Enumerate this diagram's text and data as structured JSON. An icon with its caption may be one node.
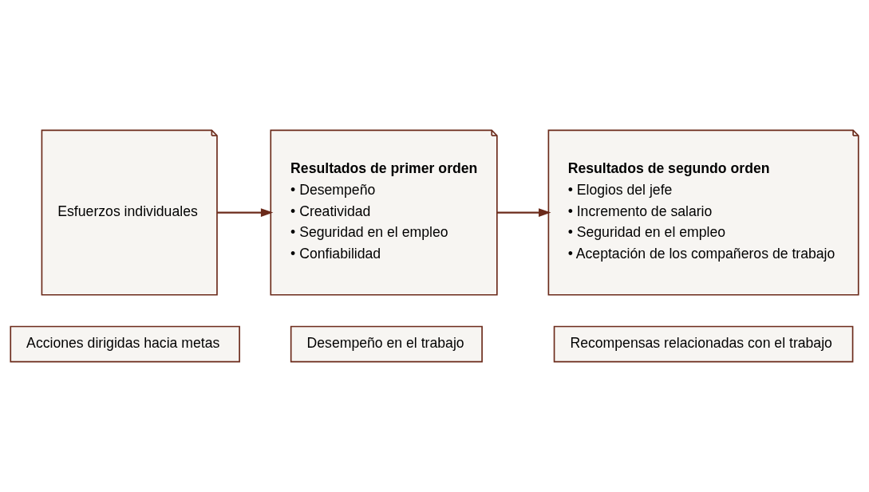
{
  "diagram": {
    "nodes": [
      {
        "text": [
          "Esfuerzos individuales"
        ]
      },
      {
        "text": [
          "Resultados de primer orden",
          "• Desempeño",
          "• Creatividad",
          "• Seguridad en el empleo",
          "• Confiabilidad"
        ]
      },
      {
        "text": [
          "Resultados de segundo orden",
          "• Elogios del jefe",
          "• Incremento de salario",
          "• Seguridad en el empleo",
          "• Aceptación de los compañeros de trabajo"
        ]
      },
      {
        "text": [
          "Acciones dirigidas hacia metas"
        ]
      },
      {
        "text": [
          "Desempeño en el trabajo"
        ]
      },
      {
        "text": [
          "Recompensas relacionadas con el trabajo"
        ]
      }
    ],
    "edges": [
      {
        "from": 0,
        "to": 1,
        "arrow": "to"
      },
      {
        "from": 1,
        "to": 2,
        "arrow": "to"
      }
    ]
  }
}
